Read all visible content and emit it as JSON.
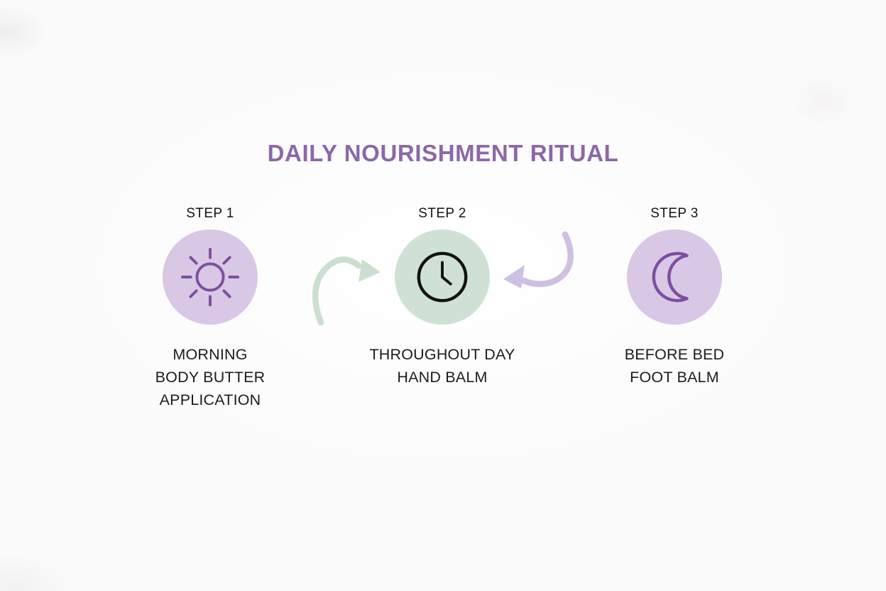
{
  "title": "DAILY NOURISHMENT RITUAL",
  "colors": {
    "title": "#8c67aa",
    "background": "#fbfafa",
    "text": "#1c1c1c"
  },
  "steps": [
    {
      "label": "STEP 1",
      "icon": "sun-icon",
      "circle_color": "#d8c7e5",
      "icon_color": "#7b509d",
      "lines": [
        "MORNING",
        "BODY BUTTER",
        "APPLICATION"
      ]
    },
    {
      "label": "STEP 2",
      "icon": "clock-icon",
      "circle_color": "#cfe1d4",
      "icon_color": "#121212",
      "lines": [
        "THROUGHOUT DAY",
        "HAND BALM"
      ]
    },
    {
      "label": "STEP 3",
      "icon": "moon-icon",
      "circle_color": "#d8c7e5",
      "icon_color": "#7b4f9f",
      "lines": [
        "BEFORE BED",
        "FOOT BALM"
      ]
    }
  ],
  "arrows": [
    {
      "name": "arrow-step1-to-step2",
      "color": "#cbdfd0",
      "direction": "points-right-toward-step-2"
    },
    {
      "name": "arrow-step3-to-step2",
      "color": "#cdc0e2",
      "direction": "points-left-toward-step-2"
    }
  ]
}
